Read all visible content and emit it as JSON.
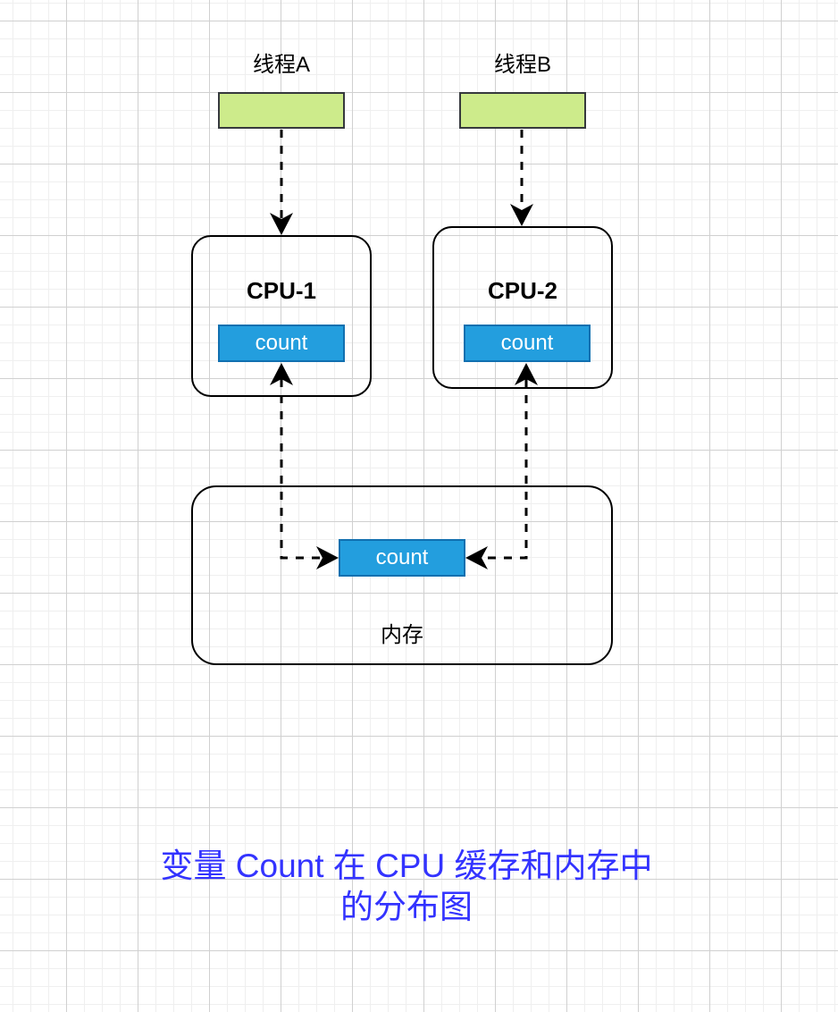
{
  "diagram": {
    "threads": [
      {
        "label": "线程A",
        "fill": "#cdeb8b"
      },
      {
        "label": "线程B",
        "fill": "#cdeb8b"
      }
    ],
    "cpus": [
      {
        "title": "CPU-1",
        "cache_var": "count"
      },
      {
        "title": "CPU-2",
        "cache_var": "count"
      }
    ],
    "memory": {
      "label": "内存",
      "var": "count"
    },
    "caption": {
      "line1": "变量 Count 在 CPU 缓存和内存中",
      "line2": "的分布图",
      "color": "#3333ff"
    },
    "colors": {
      "count_fill": "#239ede",
      "count_border": "#1170b0",
      "thread_fill": "#cdeb8b"
    },
    "edges": [
      {
        "from": "线程A",
        "to": "CPU-1",
        "style": "dashed",
        "direction": "forward"
      },
      {
        "from": "线程B",
        "to": "CPU-2",
        "style": "dashed",
        "direction": "forward"
      },
      {
        "from": "CPU-1.count",
        "to": "内存.count",
        "style": "dashed",
        "direction": "both"
      },
      {
        "from": "CPU-2.count",
        "to": "内存.count",
        "style": "dashed",
        "direction": "both"
      }
    ]
  }
}
